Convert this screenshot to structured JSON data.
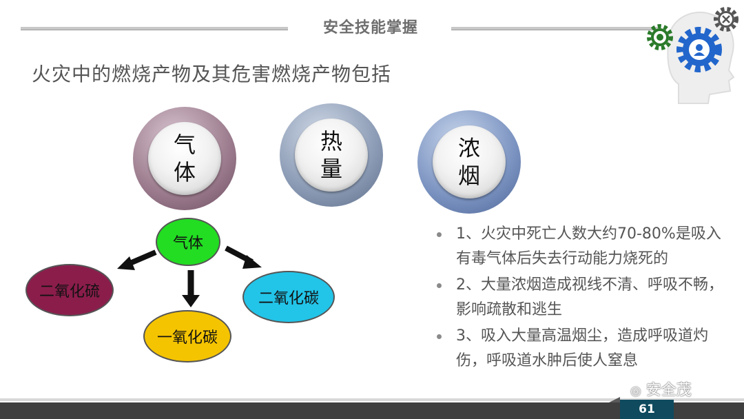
{
  "header": {
    "title": "安全技能掌握"
  },
  "subtitle": "火灾中的燃烧产物及其危害燃烧产物包括",
  "categories": [
    {
      "line1": "气",
      "line2": "体"
    },
    {
      "line1": "热",
      "line2": "量"
    },
    {
      "line1": "浓",
      "line2": "烟"
    }
  ],
  "diagram": {
    "center": "气体",
    "left": "二氧化硫",
    "bottom": "一氧化碳",
    "right": "二氧化碳"
  },
  "bullets": [
    "1、火灾中死亡人数大约70-80%是吸入有毒气体后失去行动能力烧死的",
    "2、大量浓烟造成视线不清、呼吸不畅，影响疏散和逃生",
    "3、吸入大量高温烟尘，造成呼吸道灼伤，呼吸道水肿后使人窒息"
  ],
  "footer": {
    "page_number": "61",
    "watermark": "安全茂"
  },
  "colors": {
    "center_ellipse": "#22dd22",
    "left_ellipse": "#8b1d4b",
    "right_ellipse": "#22c4e8",
    "bottom_ellipse": "#f5c400",
    "gear_blue": "#2266cc",
    "gear_green": "#2a7a2a",
    "page_box": "#0f4a5e"
  },
  "icons": [
    "gear-icon",
    "person-gear-icon",
    "chat-gear-icon",
    "tools-gear-icon"
  ]
}
